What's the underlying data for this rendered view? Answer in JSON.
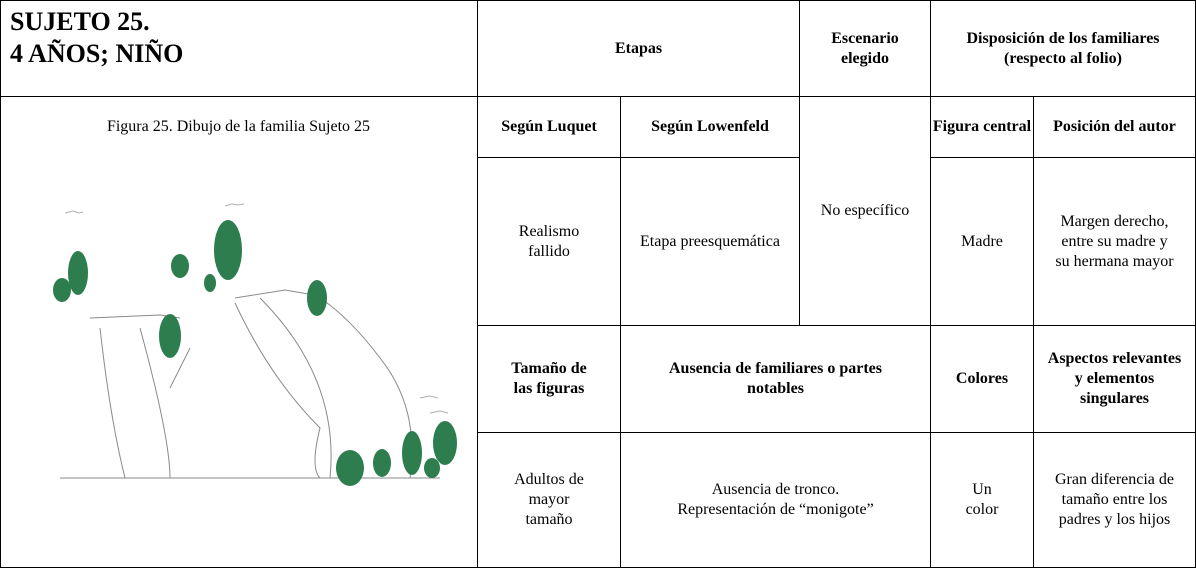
{
  "header": {
    "title_line1": "SUJETO 25.",
    "title_line2": "4 AÑOS; NIÑO",
    "etapas": "Etapas",
    "escenario": "Escenario elegido",
    "disposicion": "Disposición de los familiares (respecto al folio)"
  },
  "caption": "Figura 25. Dibujo de la familia Sujeto 25",
  "subheaders": {
    "luquet": "Según Luquet",
    "lowenfeld": "Según Lowenfeld",
    "figura_central": "Figura central",
    "posicion_autor": "Posición del autor"
  },
  "row1": {
    "luquet": "Realismo fallido",
    "lowenfeld": "Etapa preesquemática",
    "escenario": "No específico",
    "figura_central": "Madre",
    "posicion_autor": "Margen derecho, entre su madre y su hermana mayor"
  },
  "headers2": {
    "tamano": "Tamaño de las figuras",
    "ausencia": "Ausencia de familiares o partes notables",
    "colores": "Colores",
    "aspectos": "Aspectos relevantes y elementos singulares"
  },
  "row2": {
    "tamano": "Adultos de mayor tamaño",
    "ausencia": "Ausencia de tronco. Representación de “monigote”",
    "colores": "Un color",
    "aspectos": "Gran diferencia de tamaño entre los padres y los hijos"
  },
  "colors": {
    "crayon": "#2e7d4f",
    "line": "#000000"
  }
}
